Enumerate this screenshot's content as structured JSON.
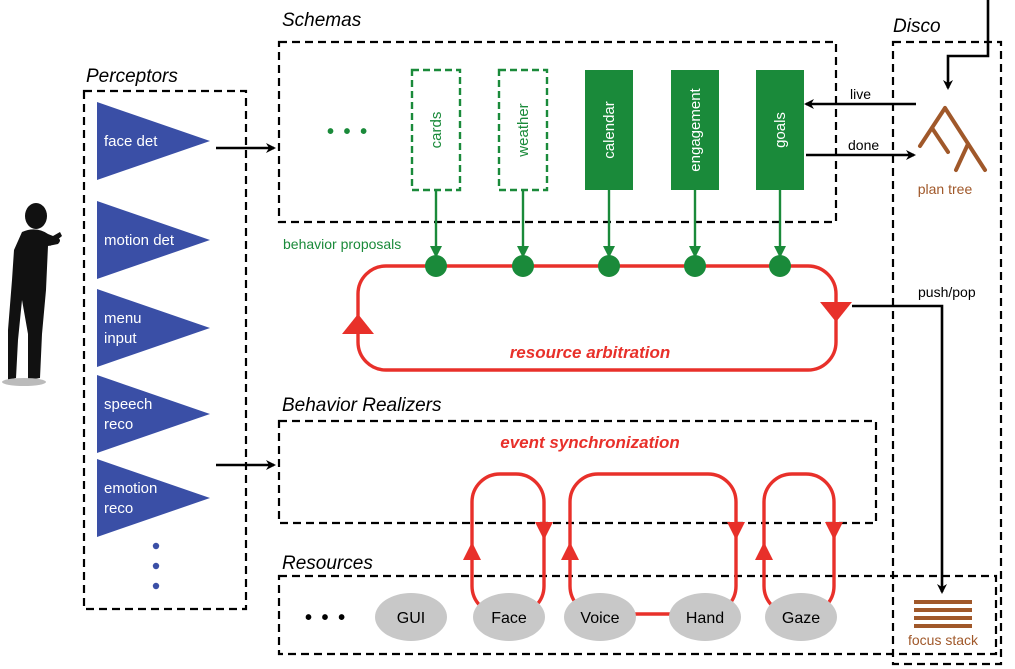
{
  "perceptors": {
    "title": "Perceptors",
    "items": [
      "face det",
      "motion det",
      "menu\ninput",
      "speech\nreco",
      "emotion\nreco"
    ]
  },
  "schemas": {
    "title": "Schemas",
    "ellipsis": "• • •",
    "items": [
      "cards",
      "weather",
      "calendar",
      "engagement",
      "goals"
    ],
    "proposals_label": "behavior proposals"
  },
  "disco": {
    "title": "Disco",
    "live_label": "live",
    "done_label": "done",
    "plan_tree_label": "plan tree",
    "push_pop_label": "push/pop",
    "focus_stack_label": "focus stack"
  },
  "arbitration": {
    "label": "resource arbitration"
  },
  "realizers": {
    "title": "Behavior Realizers",
    "sync_label": "event synchronization"
  },
  "resources": {
    "title": "Resources",
    "ellipsis": "• • •",
    "items": [
      "GUI",
      "Face",
      "Voice",
      "Hand",
      "Gaze"
    ]
  },
  "colors": {
    "perceptor_blue": "#3a4fa6",
    "schema_green": "#1a8a3a",
    "arbitration_red": "#e8302a",
    "disco_brown": "#a0582a",
    "resource_gray": "#c8c8c8"
  }
}
